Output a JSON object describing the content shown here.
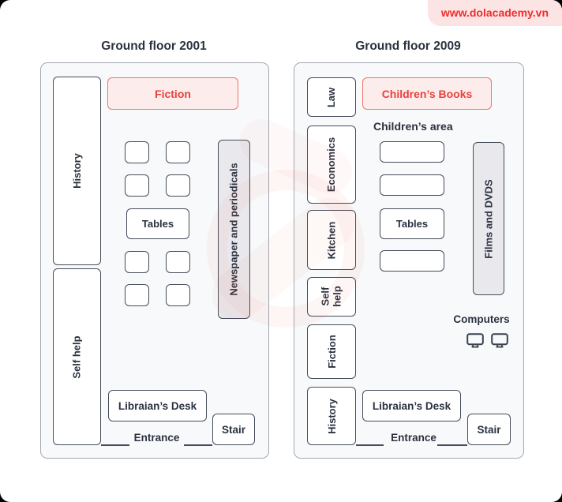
{
  "badge": {
    "text": "www.dolacademy.vn"
  },
  "left": {
    "title": "Ground floor 2001",
    "history": "History",
    "fiction": "Fiction",
    "tables": "Tables",
    "newspaper": "Newspaper and periodicals",
    "self_help": "Self help",
    "librarian": "Libraian’s Desk",
    "stair": "Stair",
    "entrance": "Entrance"
  },
  "right": {
    "title": "Ground floor 2009",
    "law": "Law",
    "childrens_books": "Children’s Books",
    "childrens_area": "Children’s area",
    "economics": "Economics",
    "kitchen": "Kitchen",
    "self_help": "Self help",
    "fiction": "Fiction",
    "history": "History",
    "tables": "Tables",
    "films": "Films and DVDS",
    "computers": "Computers",
    "librarian": "Libraian’s Desk",
    "stair": "Stair",
    "entrance": "Entrance"
  },
  "colors": {
    "accent_red": "#e8423a",
    "pink_fill": "#fdecec",
    "navy": "#2b3140",
    "gray_fill": "#e9e9ed",
    "panel_bg": "#f8f9fa"
  }
}
